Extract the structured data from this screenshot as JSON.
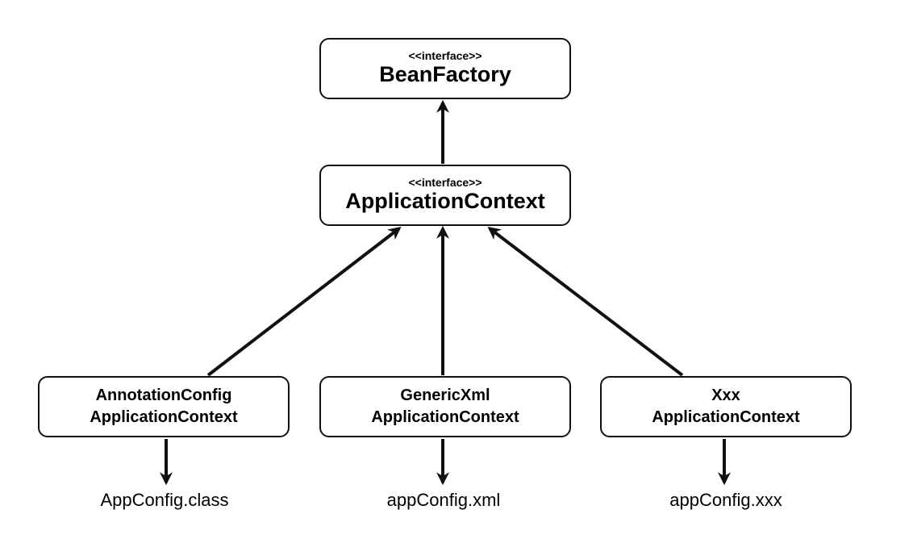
{
  "interfaces": {
    "bean_factory": {
      "stereotype": "<<interface>>",
      "name": "BeanFactory"
    },
    "application_context": {
      "stereotype": "<<interface>>",
      "name": "ApplicationContext"
    }
  },
  "implementations": [
    {
      "line1": "AnnotationConfig",
      "line2": "ApplicationContext",
      "config": "AppConfig.class"
    },
    {
      "line1": "GenericXml",
      "line2": "ApplicationContext",
      "config": "appConfig.xml"
    },
    {
      "line1": "Xxx",
      "line2": "ApplicationContext",
      "config": "appConfig.xxx"
    }
  ]
}
